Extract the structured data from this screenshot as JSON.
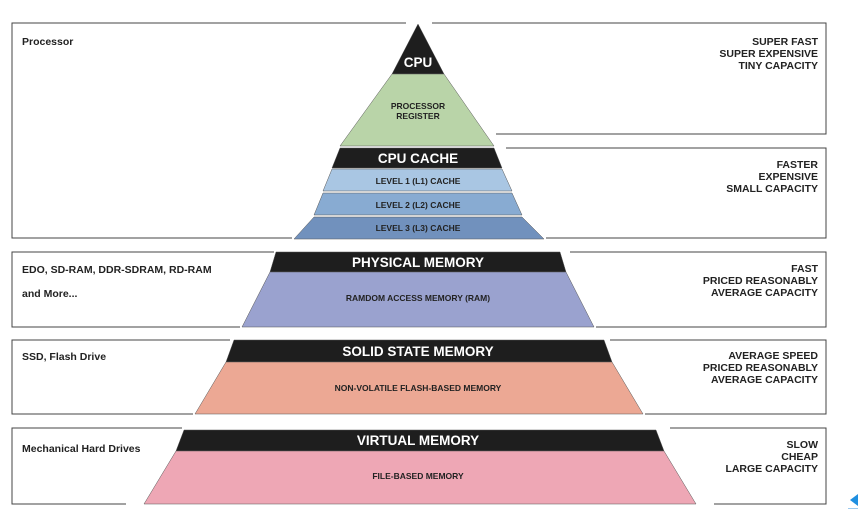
{
  "tiers": [
    {
      "key": "cpu",
      "left_text": [
        "Processor"
      ],
      "right_text": [
        "SUPER FAST",
        "SUPER EXPENSIVE",
        "TINY CAPACITY"
      ]
    },
    {
      "key": "cache",
      "left_text": [],
      "right_text": [
        "FASTER",
        "EXPENSIVE",
        "SMALL CAPACITY"
      ]
    },
    {
      "key": "ram",
      "left_text": [
        "EDO, SD-RAM, DDR-SDRAM, RD-RAM",
        "and More..."
      ],
      "right_text": [
        "FAST",
        "PRICED REASONABLY",
        "AVERAGE CAPACITY"
      ]
    },
    {
      "key": "ssd",
      "left_text": [
        "SSD, Flash Drive"
      ],
      "right_text": [
        "AVERAGE SPEED",
        "PRICED REASONABLY",
        "AVERAGE CAPACITY"
      ]
    },
    {
      "key": "hdd",
      "left_text": [
        "Mechanical Hard Drives"
      ],
      "right_text": [
        "SLOW",
        "CHEAP",
        "LARGE CAPACITY"
      ]
    }
  ],
  "pyramid": {
    "cpu_title": "CPU",
    "processor_register": [
      "PROCESSOR",
      "REGISTER"
    ],
    "cache_title": "CPU CACHE",
    "cache_levels": [
      "LEVEL 1 (L1) CACHE",
      "LEVEL 2 (L2) CACHE",
      "LEVEL 3 (L3) CACHE"
    ],
    "physical_title": "PHYSICAL MEMORY",
    "physical_sub": "RAMDOM ACCESS MEMORY (RAM)",
    "ssd_title": "SOLID STATE MEMORY",
    "ssd_sub": "NON-VOLATILE FLASH-BASED MEMORY",
    "virtual_title": "VIRTUAL MEMORY",
    "virtual_sub": "FILE-BASED MEMORY"
  },
  "colors": {
    "title_band": "#1e1e1e",
    "register": "#b9d4a8",
    "cache_l1": "#a9c6e3",
    "cache_l2": "#88abd2",
    "cache_l3": "#7191bd",
    "ram": "#9aa2cf",
    "ssd": "#eca894",
    "hdd": "#eea7b5",
    "box_line": "#444444"
  }
}
